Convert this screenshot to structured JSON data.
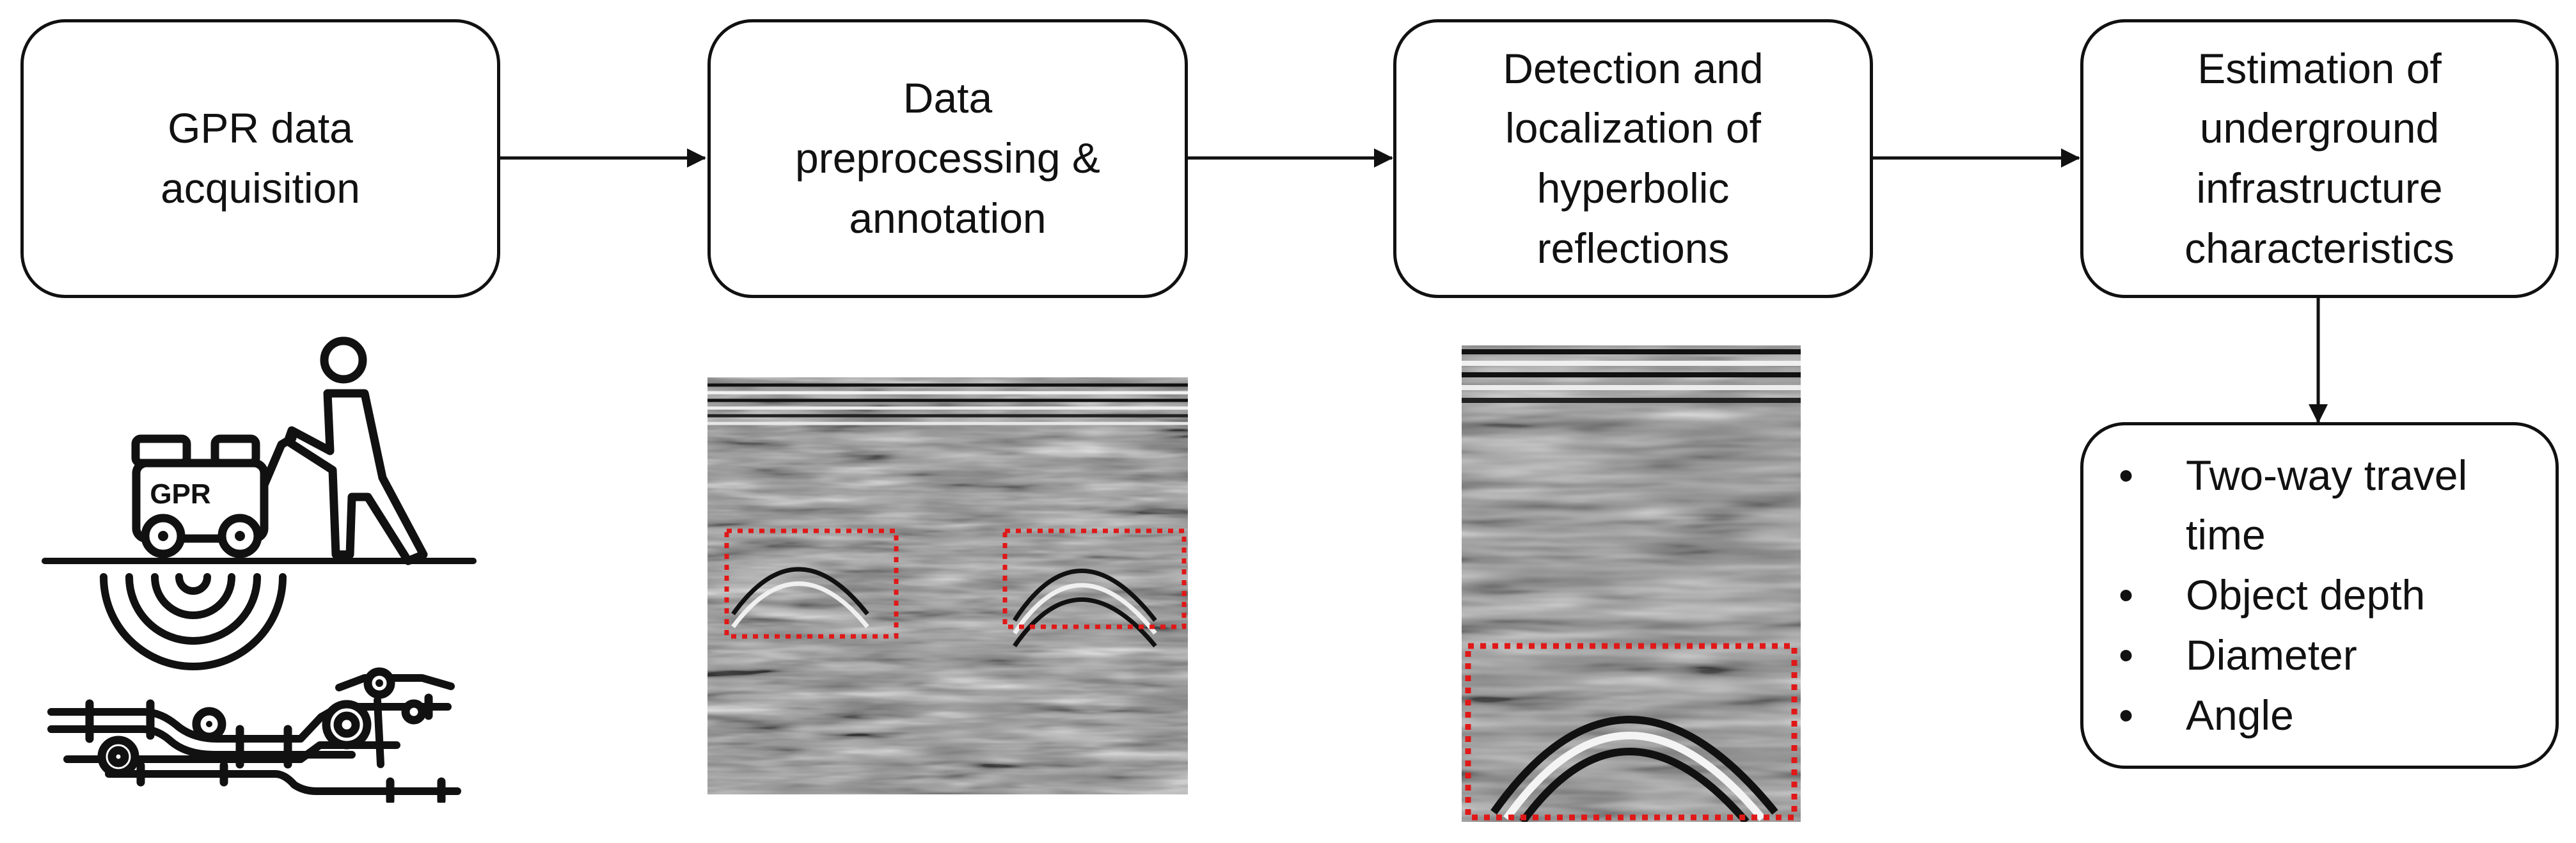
{
  "pipeline": {
    "steps": [
      {
        "label": "GPR data\nacquisition"
      },
      {
        "label": "Data\npreprocessing &\nannotation"
      },
      {
        "label": "Detection and\nlocalization of\nhyperbolic\nreflections"
      },
      {
        "label": "Estimation of\nunderground\ninfrastructure\ncharacteristics"
      }
    ]
  },
  "illustration": {
    "icon": "gpr-operator-icon",
    "device_label": "GPR"
  },
  "radargrams": {
    "full_icon": "radargram-image",
    "crop_icon": "radargram-crop-image",
    "annotation_color": "#e01818",
    "full_annotations": 2,
    "crop_annotations": 1
  },
  "outputs": {
    "bullet": "•",
    "items": [
      "Two-way travel\ntime",
      "Object depth",
      "Diameter",
      "Angle"
    ]
  },
  "colors": {
    "stroke": "#111111",
    "background": "#ffffff",
    "annotation": "#e01818"
  }
}
